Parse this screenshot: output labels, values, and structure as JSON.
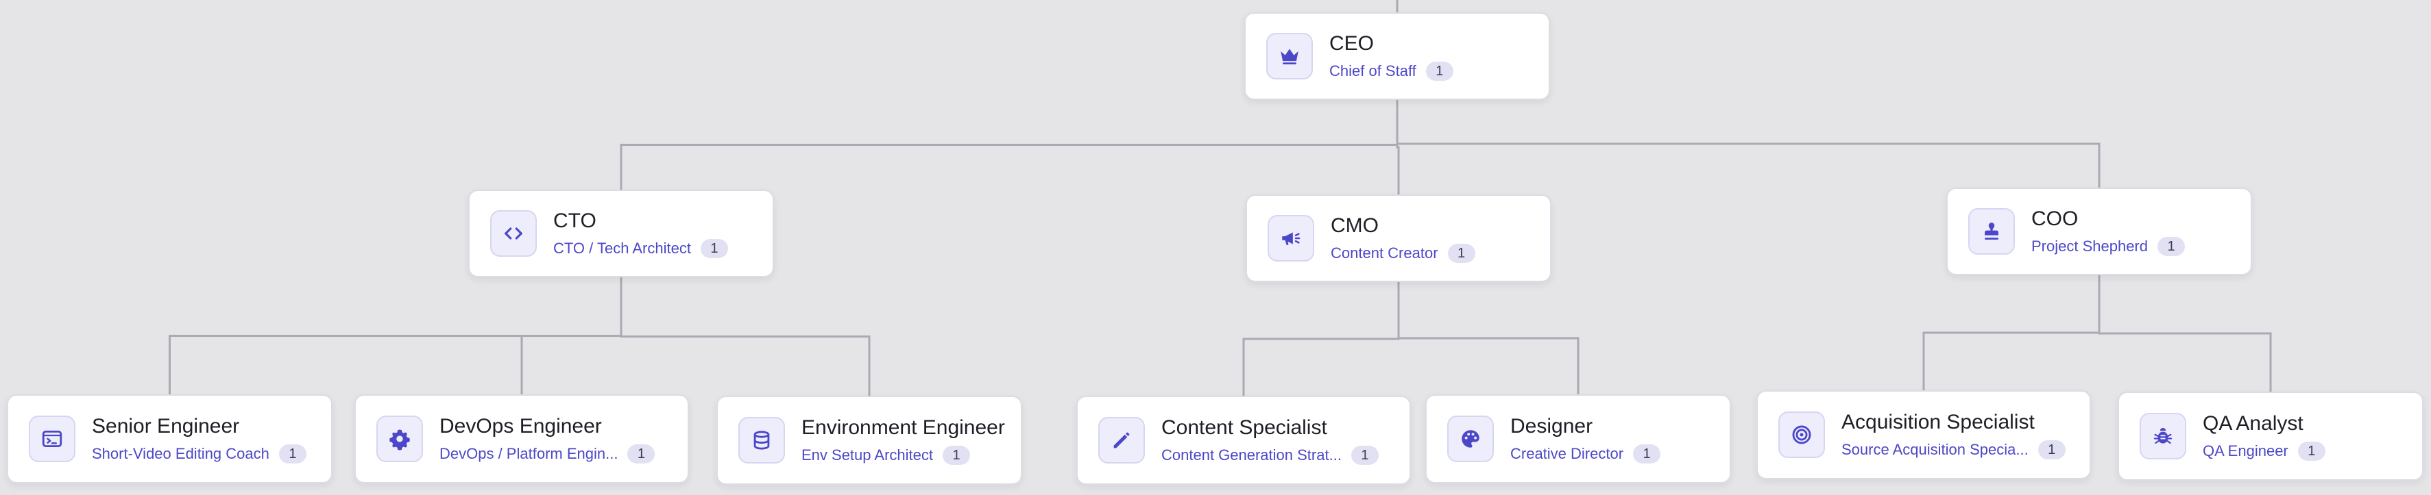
{
  "nodes": {
    "ceo": {
      "title": "CEO",
      "agent": "Chief of Staff",
      "count": "1",
      "icon": "crown-icon"
    },
    "cto": {
      "title": "CTO",
      "agent": "CTO / Tech Architect",
      "count": "1",
      "icon": "code-icon"
    },
    "cmo": {
      "title": "CMO",
      "agent": "Content Creator",
      "count": "1",
      "icon": "megaphone-icon"
    },
    "coo": {
      "title": "COO",
      "agent": "Project Shepherd",
      "count": "1",
      "icon": "stamp-icon"
    },
    "senior_engineer": {
      "title": "Senior Engineer",
      "agent": "Short-Video Editing Coach",
      "count": "1",
      "icon": "terminal-icon"
    },
    "devops_engineer": {
      "title": "DevOps Engineer",
      "agent": "DevOps / Platform Engin...",
      "count": "1",
      "icon": "gear-icon"
    },
    "environment_engineer": {
      "title": "Environment Engineer",
      "agent": "Env Setup Architect",
      "count": "1",
      "icon": "database-icon"
    },
    "content_specialist": {
      "title": "Content Specialist",
      "agent": "Content Generation Strat...",
      "count": "1",
      "icon": "pencil-icon"
    },
    "designer": {
      "title": "Designer",
      "agent": "Creative Director",
      "count": "1",
      "icon": "palette-icon"
    },
    "acquisition_specialist": {
      "title": "Acquisition Specialist",
      "agent": "Source Acquisition Specia...",
      "count": "1",
      "icon": "target-icon"
    },
    "qa_analyst": {
      "title": "QA Analyst",
      "agent": "QA Engineer",
      "count": "1",
      "icon": "bug-icon"
    }
  },
  "edges": [
    [
      "ceo",
      "cto"
    ],
    [
      "ceo",
      "cmo"
    ],
    [
      "ceo",
      "coo"
    ],
    [
      "cto",
      "senior_engineer"
    ],
    [
      "cto",
      "devops_engineer"
    ],
    [
      "cto",
      "environment_engineer"
    ],
    [
      "cmo",
      "content_specialist"
    ],
    [
      "cmo",
      "designer"
    ],
    [
      "coo",
      "acquisition_specialist"
    ],
    [
      "coo",
      "qa_analyst"
    ]
  ],
  "colors": {
    "accent": "#4c47c8",
    "connector": "#a9aab3",
    "icon_bg": "#ededfb"
  }
}
